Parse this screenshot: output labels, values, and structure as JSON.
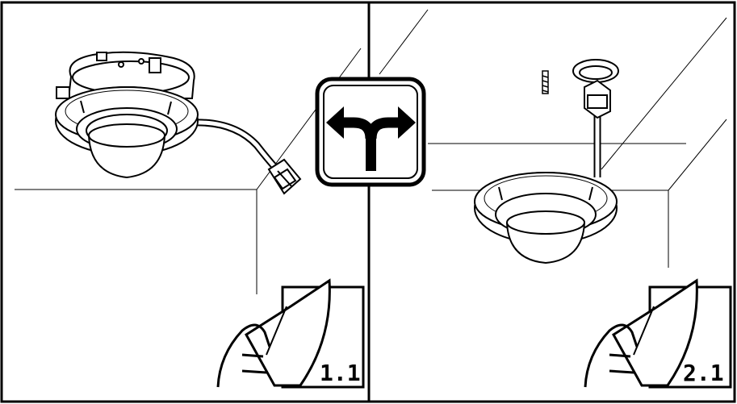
{
  "panels": [
    {
      "step": "1.1",
      "option": "surface-mount"
    },
    {
      "step": "2.1",
      "option": "recessed-cable-mount"
    }
  ],
  "divider_icon": "split-arrow-icon",
  "colors": {
    "line": "#000000",
    "background": "#ffffff"
  }
}
